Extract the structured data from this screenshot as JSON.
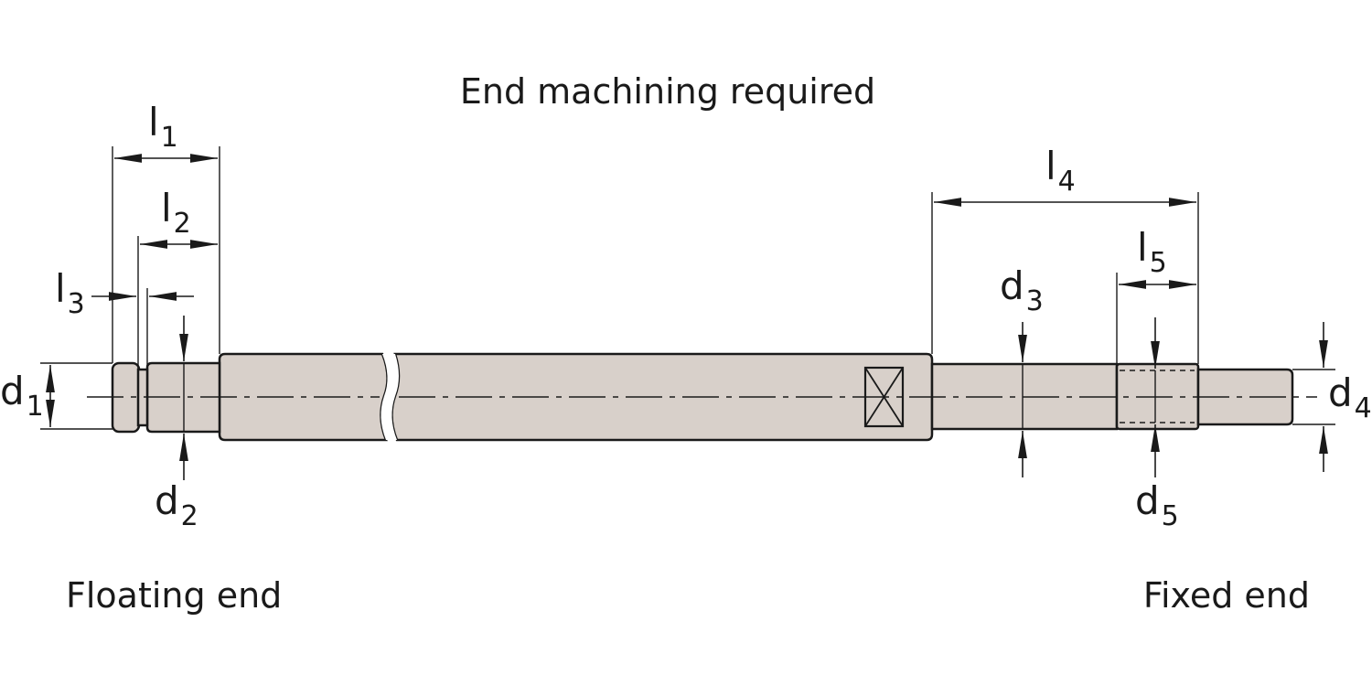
{
  "title": "End machining required",
  "labels": {
    "floating_end": "Floating end",
    "fixed_end": "Fixed end"
  },
  "dimensions": {
    "l1": {
      "symbol": "l",
      "index": "1"
    },
    "l2": {
      "symbol": "l",
      "index": "2"
    },
    "l3": {
      "symbol": "l",
      "index": "3"
    },
    "l4": {
      "symbol": "l",
      "index": "4"
    },
    "l5": {
      "symbol": "l",
      "index": "5"
    },
    "d1": {
      "symbol": "d",
      "index": "1"
    },
    "d2": {
      "symbol": "d",
      "index": "2"
    },
    "d3": {
      "symbol": "d",
      "index": "3"
    },
    "d4": {
      "symbol": "d",
      "index": "4"
    },
    "d5": {
      "symbol": "d",
      "index": "5"
    }
  },
  "colors": {
    "shaft_fill": "#d8d0ca",
    "line": "#1a1a1a"
  }
}
